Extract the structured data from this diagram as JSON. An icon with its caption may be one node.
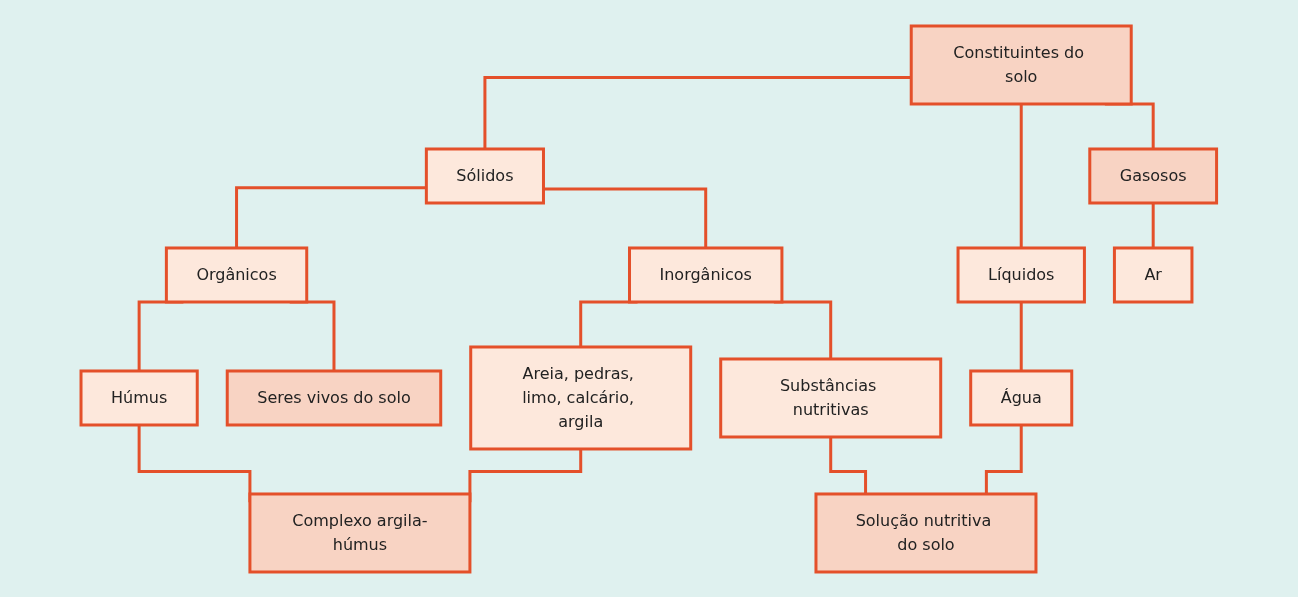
{
  "diagram": {
    "nodes": [
      {
        "text": [
          "Constituintes do solo"
        ]
      },
      {
        "text": [
          "Sólidos"
        ]
      },
      {
        "text": [
          "Líquidos"
        ]
      },
      {
        "text": [
          "Gasosos"
        ]
      },
      {
        "text": [
          "Orgânicos"
        ]
      },
      {
        "text": [
          "Inorgânicos"
        ]
      },
      {
        "text": [
          "Água"
        ]
      },
      {
        "text": [
          "Ar"
        ]
      },
      {
        "text": [
          "Seres vivos do solo"
        ]
      },
      {
        "text": [
          "Húmus"
        ]
      },
      {
        "text": [
          "Areia, pedras, limo, calcário, argila"
        ]
      },
      {
        "text": [
          "Substâncias nutritivas"
        ]
      },
      {
        "text": [
          "Complexo argila-húmus"
        ]
      },
      {
        "text": [
          "Solução nutritiva do solo"
        ]
      }
    ],
    "edges": [
      {
        "from": 0,
        "to": 1,
        "arrow": "none"
      },
      {
        "from": 0,
        "to": 2,
        "arrow": "none"
      },
      {
        "from": 0,
        "to": 3,
        "arrow": "none"
      },
      {
        "from": 1,
        "to": 4,
        "arrow": "none"
      },
      {
        "from": 1,
        "to": 5,
        "arrow": "none"
      },
      {
        "from": 2,
        "to": 6,
        "arrow": "none"
      },
      {
        "from": 3,
        "to": 7,
        "arrow": "none"
      },
      {
        "from": 4,
        "to": 8,
        "arrow": "none"
      },
      {
        "from": 4,
        "to": 9,
        "arrow": "none"
      },
      {
        "from": 5,
        "to": 10,
        "arrow": "none"
      },
      {
        "from": 5,
        "to": 11,
        "arrow": "none"
      },
      {
        "from": 9,
        "to": 12,
        "arrow": "none"
      },
      {
        "from": 10,
        "to": 12,
        "arrow": "none"
      },
      {
        "from": 11,
        "to": 13,
        "arrow": "none"
      },
      {
        "from": 6,
        "to": 13,
        "arrow": "none"
      }
    ]
  }
}
